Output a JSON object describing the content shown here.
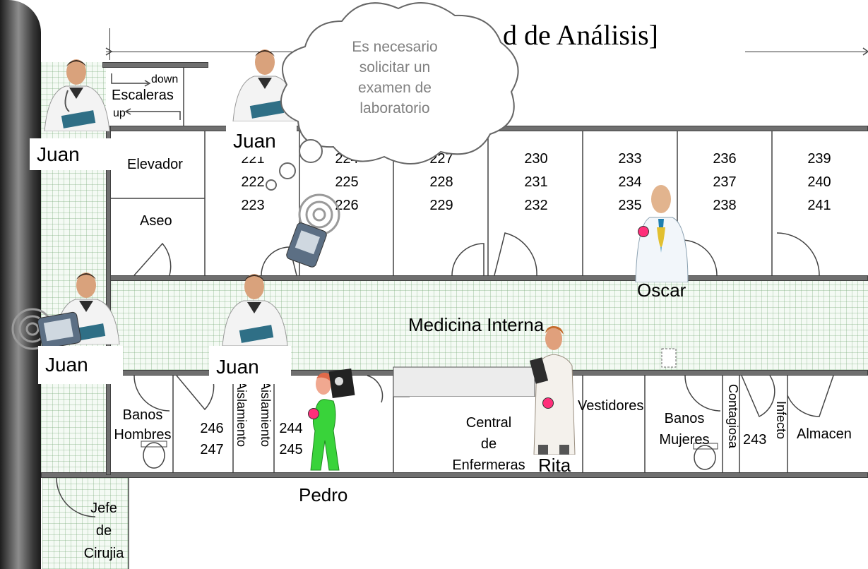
{
  "title": "d de Análisis]",
  "bubble": {
    "text": [
      "Es necesario",
      "solicitar un",
      "examen de",
      "laboratorio"
    ]
  },
  "stairs": {
    "down": "down",
    "label": "Escaleras",
    "up": "up"
  },
  "rooms": {
    "elevador": "Elevador",
    "aseo": "Aseo",
    "group_221": [
      "221",
      "222",
      "223"
    ],
    "group_224": [
      "224",
      "225",
      "226"
    ],
    "group_227": [
      "227",
      "228",
      "229"
    ],
    "group_230": [
      "230",
      "231",
      "232"
    ],
    "group_233": [
      "233",
      "234",
      "235"
    ],
    "group_236": [
      "236",
      "237",
      "238"
    ],
    "group_239": [
      "239",
      "240",
      "241"
    ],
    "corridor": "Medicina Interna",
    "banos_hombres": [
      "Banos",
      "Hombres"
    ],
    "group_246": [
      "246",
      "247"
    ],
    "aislamiento_1": "Aislamiento",
    "aislamiento_2": "Aislamiento",
    "group_244": [
      "244",
      "245"
    ],
    "central": [
      "Central",
      "de",
      "Enfermeras"
    ],
    "vestidores": "Vestidores",
    "banos_mujeres": [
      "Banos",
      "Mujeres"
    ],
    "contagiosa": "Contagiosa",
    "room_243": "243",
    "infecto": "Infecto",
    "almacen": "Almacen",
    "jefe": [
      "Jefe",
      "de",
      "Cirujia"
    ]
  },
  "people": {
    "juan_1": "Juan",
    "juan_2": "Juan",
    "juan_3": "Juan",
    "juan_4": "Juan",
    "oscar": "Oscar",
    "rita": "Rita",
    "pedro": "Pedro"
  },
  "colors": {
    "wall": "#6f6f6f",
    "grid": "#e8f2e8",
    "marker": "#ff2f7a",
    "pedro_scrubs": "#39d33a"
  }
}
